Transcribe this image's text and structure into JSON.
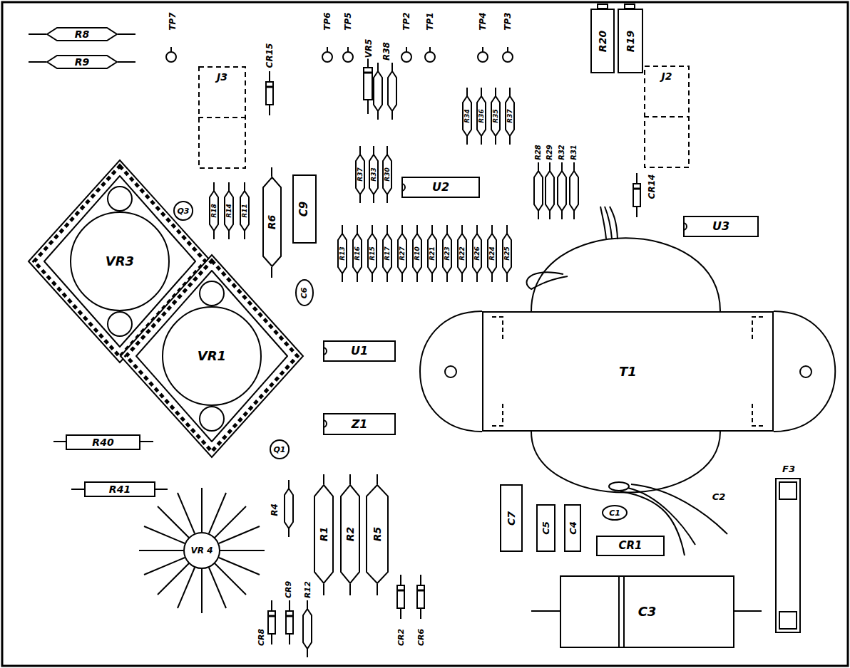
{
  "diagram": {
    "nodes": [
      {
        "text": [
          "R8"
        ]
      },
      {
        "text": [
          "R9"
        ]
      },
      {
        "text": [
          "R20"
        ]
      },
      {
        "text": [
          "R19"
        ]
      },
      {
        "text": [
          "J3"
        ]
      },
      {
        "text": [
          "J2"
        ]
      },
      {
        "text": [
          "U2"
        ]
      },
      {
        "text": [
          "Q3"
        ]
      },
      {
        "text": [
          "VR3"
        ]
      },
      {
        "text": [
          "R6"
        ]
      },
      {
        "text": [
          "C9"
        ]
      },
      {
        "text": [
          "U3"
        ]
      },
      {
        "text": [
          "C6"
        ]
      },
      {
        "text": [
          "VR1"
        ]
      },
      {
        "text": [
          "U1"
        ]
      },
      {
        "text": [
          "T1"
        ]
      },
      {
        "text": [
          "Z1"
        ]
      },
      {
        "text": [
          "R40"
        ]
      },
      {
        "text": [
          "Q1"
        ]
      },
      {
        "text": [
          "R41"
        ]
      },
      {
        "text": [
          "VR 4"
        ]
      },
      {
        "text": [
          "R1"
        ]
      },
      {
        "text": [
          "R2"
        ]
      },
      {
        "text": [
          "R5"
        ]
      },
      {
        "text": [
          "C7"
        ]
      },
      {
        "text": [
          "C5"
        ]
      },
      {
        "text": [
          "C4"
        ]
      },
      {
        "text": [
          "C1"
        ]
      },
      {
        "text": [
          "CR1"
        ]
      },
      {
        "text": [
          "C3"
        ]
      }
    ],
    "labels": [
      "TP7",
      "CR15",
      "TP6",
      "TP5",
      "VR5",
      "R38",
      "TP2",
      "TP1",
      "TP4",
      "TP3",
      "R34",
      "R36",
      "R35",
      "R37",
      "R28",
      "R29",
      "R32",
      "R31",
      "R37",
      "R33",
      "R30",
      "CR14",
      "R18",
      "R14",
      "R11",
      "R13",
      "R16",
      "R15",
      "R17",
      "R27",
      "R10",
      "R21",
      "R23",
      "R22",
      "R26",
      "R24",
      "R25",
      "C2",
      "R4",
      "F3",
      "CR9",
      "R12",
      "CR8",
      "CR2",
      "CR6"
    ]
  }
}
